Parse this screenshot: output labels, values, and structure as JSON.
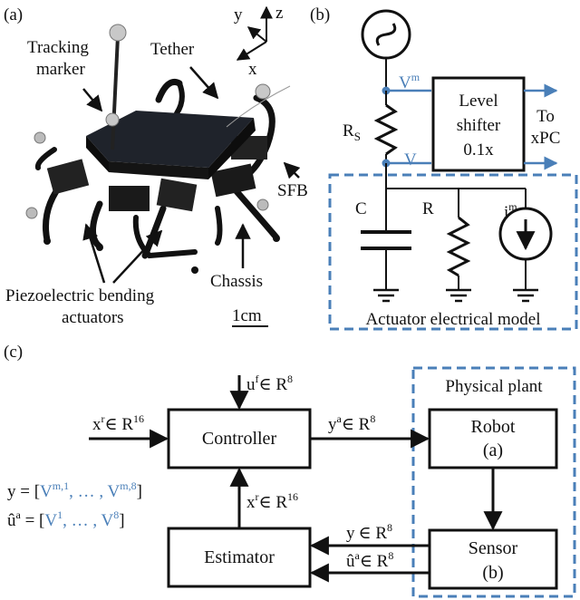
{
  "panel_a": {
    "tag": "(a)",
    "axes": {
      "x": "x",
      "y": "y",
      "z": "z"
    },
    "labels": {
      "tracking_marker_1": "Tracking",
      "tracking_marker_2": "marker",
      "tether": "Tether",
      "sfb": "SFB",
      "chassis": "Chassis",
      "piezo_1": "Piezoelectric bending",
      "piezo_2": "actuators",
      "scale": "1cm"
    }
  },
  "panel_b": {
    "tag": "(b)",
    "vm_base": "V",
    "vm_sup": "m",
    "v": "V",
    "rs_base": "R",
    "rs_sub": "S",
    "level_1": "Level",
    "level_2": "shifter",
    "level_3": "0.1x",
    "to_1": "To",
    "to_2": "xPC",
    "c": "C",
    "r": "R",
    "im_base": "i",
    "im_sup": "m",
    "model_caption": "Actuator electrical model"
  },
  "panel_c": {
    "tag": "(c)",
    "controller": "Controller",
    "estimator": "Estimator",
    "plant_title": "Physical plant",
    "robot": "Robot",
    "robot_ref": "(a)",
    "sensor": "Sensor",
    "sensor_ref": "(b)",
    "uf": {
      "base": "u",
      "sup": "f",
      "rest": "∈ R",
      "dim": "8"
    },
    "xr_in": {
      "base": "x",
      "sup": "r",
      "rest": "∈ R",
      "dim": "16"
    },
    "ya": {
      "base": "y",
      "sup": "a",
      "rest": "∈ R",
      "dim": "8"
    },
    "xr_est": {
      "base": "x",
      "sup": "r",
      "rest": "∈ R",
      "dim": "16"
    },
    "y_sig": {
      "base": "y",
      "rest": "∈ R",
      "dim": "8"
    },
    "ua_sig": {
      "base": "û",
      "sup": "a",
      "rest": "∈ R",
      "dim": "8"
    },
    "eq_y": {
      "lhs": "y = [",
      "v1": "V",
      "v1sup": "m,1",
      "mid": ", … , ",
      "v2": "V",
      "v2sup": "m,8",
      "rhs": "]"
    },
    "eq_u": {
      "lhs": "û",
      "lhs_sup": "a",
      "eq": " = [",
      "v1": "V",
      "v1sup": "1",
      "mid": ", … , ",
      "v2": "V",
      "v2sup": "8",
      "rhs": "]"
    }
  },
  "colors": {
    "accent": "#4a7fb8",
    "ink": "#111111"
  }
}
